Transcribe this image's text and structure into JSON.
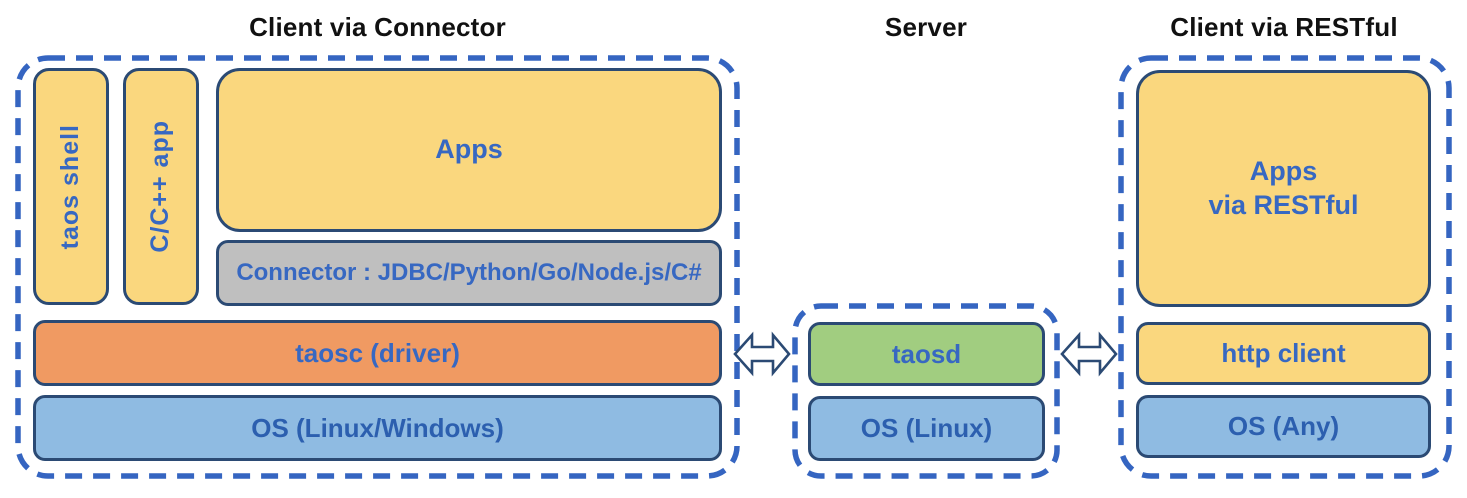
{
  "diagram": {
    "sections": {
      "connector_client": {
        "title": "Client via Connector",
        "taos_shell": "taos shell",
        "cpp_app": "C/C++ app",
        "apps": "Apps",
        "connector": "Connector : JDBC/Python/Go/Node.js/C#",
        "taosc": "taosc (driver)",
        "os": "OS (Linux/Windows)"
      },
      "server": {
        "title": "Server",
        "taosd": "taosd",
        "os": "OS (Linux)"
      },
      "restful_client": {
        "title": "Client via RESTful",
        "apps_line1": "Apps",
        "apps_line2": "via RESTful",
        "http_client": "http client",
        "os": "OS (Any)"
      }
    },
    "icons": {
      "left_arrow": "left-right-double-arrow",
      "right_arrow": "left-right-double-arrow"
    },
    "colors": {
      "app_yellow": "#FAD77E",
      "driver_orange": "#F09A62",
      "os_blue": "#8FBBE2",
      "server_green": "#A1CD80",
      "connector_gray": "#BFBFBF",
      "box_border": "#2B4A74",
      "dashed_border": "#3565C1",
      "label_blue": "#3768C2",
      "title_black": "#111111"
    }
  }
}
